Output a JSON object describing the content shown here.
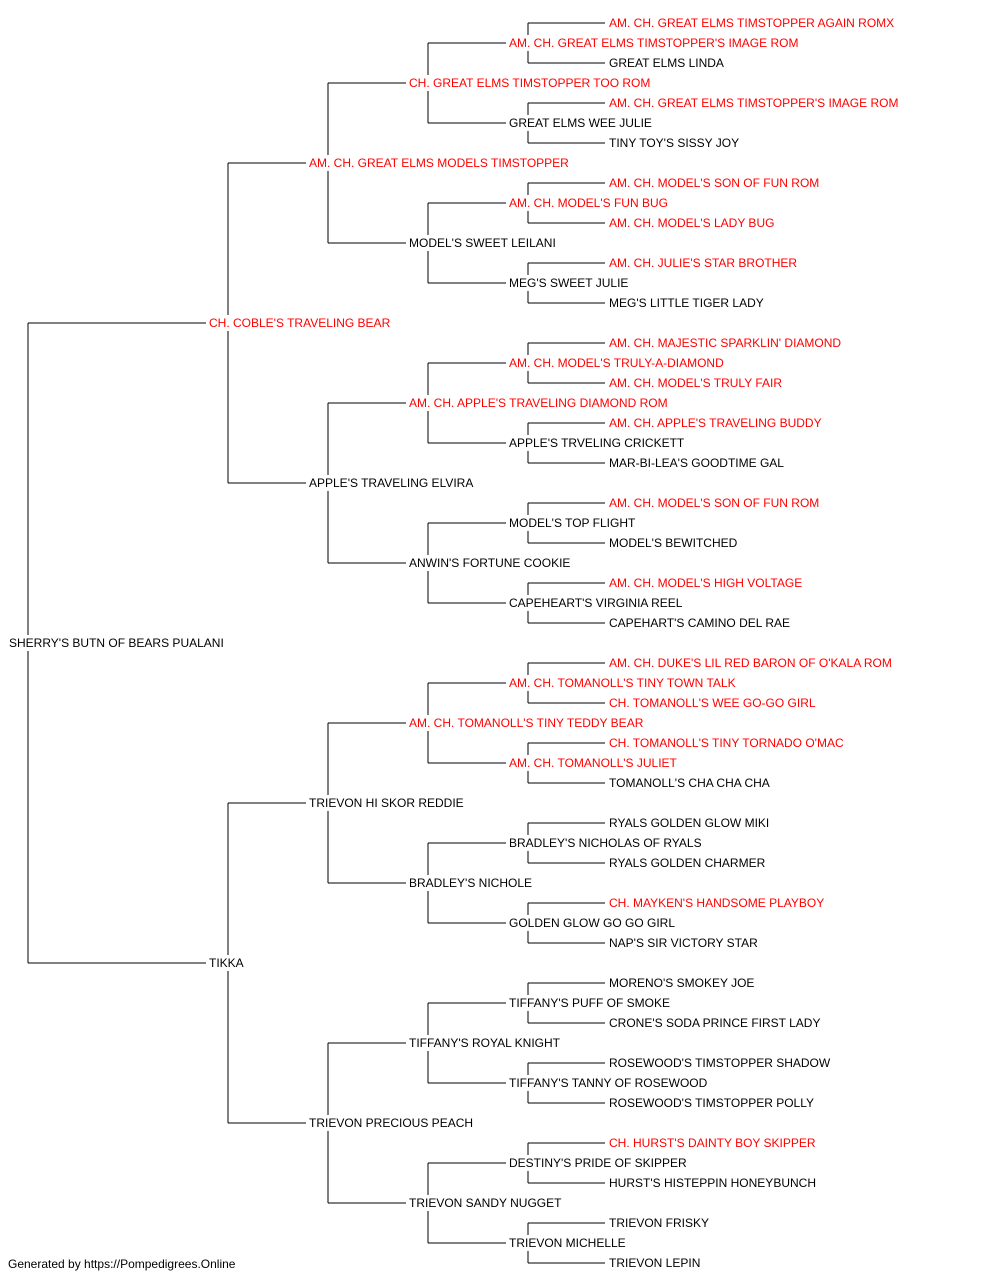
{
  "colors": {
    "champion": "#ff0000",
    "regular": "#000000",
    "connector": "#000000"
  },
  "subject": {
    "name": "SHERRY'S BUTN OF BEARS PUALANI",
    "champion": false
  },
  "footer": "Generated by https://Pompedigrees.Online",
  "pedigree": [
    {
      "name": "CH. COBLE'S TRAVELING BEAR",
      "champion": true,
      "parents": [
        {
          "name": "AM. CH. GREAT ELMS MODELS TIMSTOPPER",
          "champion": true,
          "parents": [
            {
              "name": "CH. GREAT ELMS TIMSTOPPER TOO ROM",
              "champion": true,
              "parents": [
                {
                  "name": "AM. CH. GREAT ELMS TIMSTOPPER'S IMAGE ROM",
                  "champion": true,
                  "parents": [
                    {
                      "name": "AM. CH. GREAT ELMS TIMSTOPPER AGAIN ROMX",
                      "champion": true
                    },
                    {
                      "name": "GREAT ELMS LINDA",
                      "champion": false
                    }
                  ]
                },
                {
                  "name": "GREAT ELMS WEE JULIE",
                  "champion": false,
                  "parents": [
                    {
                      "name": "AM. CH. GREAT ELMS TIMSTOPPER'S IMAGE ROM",
                      "champion": true
                    },
                    {
                      "name": "TINY TOY'S SISSY JOY",
                      "champion": false
                    }
                  ]
                }
              ]
            },
            {
              "name": "MODEL'S SWEET LEILANI",
              "champion": false,
              "parents": [
                {
                  "name": "AM. CH. MODEL'S FUN BUG",
                  "champion": true,
                  "parents": [
                    {
                      "name": "AM. CH. MODEL'S SON OF FUN ROM",
                      "champion": true
                    },
                    {
                      "name": "AM. CH. MODEL'S LADY BUG",
                      "champion": true
                    }
                  ]
                },
                {
                  "name": "MEG'S SWEET JULIE",
                  "champion": false,
                  "parents": [
                    {
                      "name": "AM. CH. JULIE'S STAR BROTHER",
                      "champion": true
                    },
                    {
                      "name": "MEG'S LITTLE TIGER LADY",
                      "champion": false
                    }
                  ]
                }
              ]
            }
          ]
        },
        {
          "name": "APPLE'S TRAVELING ELVIRA",
          "champion": false,
          "parents": [
            {
              "name": "AM. CH. APPLE'S TRAVELING DIAMOND ROM",
              "champion": true,
              "parents": [
                {
                  "name": "AM. CH. MODEL'S TRULY-A-DIAMOND",
                  "champion": true,
                  "parents": [
                    {
                      "name": "AM. CH. MAJESTIC SPARKLIN' DIAMOND",
                      "champion": true
                    },
                    {
                      "name": "AM. CH. MODEL'S TRULY FAIR",
                      "champion": true
                    }
                  ]
                },
                {
                  "name": "APPLE'S TRVELING CRICKETT",
                  "champion": false,
                  "parents": [
                    {
                      "name": "AM. CH. APPLE'S TRAVELING BUDDY",
                      "champion": true
                    },
                    {
                      "name": "MAR-BI-LEA'S GOODTIME GAL",
                      "champion": false
                    }
                  ]
                }
              ]
            },
            {
              "name": "ANWIN'S FORTUNE COOKIE",
              "champion": false,
              "parents": [
                {
                  "name": "MODEL'S TOP FLIGHT",
                  "champion": false,
                  "parents": [
                    {
                      "name": "AM. CH. MODEL'S SON OF FUN ROM",
                      "champion": true
                    },
                    {
                      "name": "MODEL'S BEWITCHED",
                      "champion": false
                    }
                  ]
                },
                {
                  "name": "CAPEHEART'S VIRGINIA REEL",
                  "champion": false,
                  "parents": [
                    {
                      "name": "AM. CH. MODEL'S HIGH VOLTAGE",
                      "champion": true
                    },
                    {
                      "name": "CAPEHART'S CAMINO DEL RAE",
                      "champion": false
                    }
                  ]
                }
              ]
            }
          ]
        }
      ]
    },
    {
      "name": "TIKKA",
      "champion": false,
      "parents": [
        {
          "name": "TRIEVON HI SKOR REDDIE",
          "champion": false,
          "parents": [
            {
              "name": "AM. CH. TOMANOLL'S TINY TEDDY BEAR",
              "champion": true,
              "parents": [
                {
                  "name": "AM. CH. TOMANOLL'S TINY TOWN TALK",
                  "champion": true,
                  "parents": [
                    {
                      "name": "AM. CH. DUKE'S LIL RED BARON OF O'KALA ROM",
                      "champion": true
                    },
                    {
                      "name": "CH. TOMANOLL'S WEE GO-GO GIRL",
                      "champion": true
                    }
                  ]
                },
                {
                  "name": "AM. CH. TOMANOLL'S JULIET",
                  "champion": true,
                  "parents": [
                    {
                      "name": "CH. TOMANOLL'S TINY TORNADO O'MAC",
                      "champion": true
                    },
                    {
                      "name": "TOMANOLL'S CHA CHA CHA",
                      "champion": false
                    }
                  ]
                }
              ]
            },
            {
              "name": "BRADLEY'S NICHOLE",
              "champion": false,
              "parents": [
                {
                  "name": "BRADLEY'S NICHOLAS OF RYALS",
                  "champion": false,
                  "parents": [
                    {
                      "name": "RYALS GOLDEN GLOW MIKI",
                      "champion": false
                    },
                    {
                      "name": "RYALS GOLDEN CHARMER",
                      "champion": false
                    }
                  ]
                },
                {
                  "name": "GOLDEN GLOW GO GO GIRL",
                  "champion": false,
                  "parents": [
                    {
                      "name": "CH. MAYKEN'S HANDSOME PLAYBOY",
                      "champion": true
                    },
                    {
                      "name": "NAP'S SIR VICTORY STAR",
                      "champion": false
                    }
                  ]
                }
              ]
            }
          ]
        },
        {
          "name": "TRIEVON PRECIOUS PEACH",
          "champion": false,
          "parents": [
            {
              "name": "TIFFANY'S ROYAL KNIGHT",
              "champion": false,
              "parents": [
                {
                  "name": "TIFFANY'S PUFF OF SMOKE",
                  "champion": false,
                  "parents": [
                    {
                      "name": "MORENO'S SMOKEY JOE",
                      "champion": false
                    },
                    {
                      "name": "CRONE'S SODA PRINCE FIRST LADY",
                      "champion": false
                    }
                  ]
                },
                {
                  "name": "TIFFANY'S TANNY OF ROSEWOOD",
                  "champion": false,
                  "parents": [
                    {
                      "name": "ROSEWOOD'S TIMSTOPPER SHADOW",
                      "champion": false
                    },
                    {
                      "name": "ROSEWOOD'S TIMSTOPPER POLLY",
                      "champion": false
                    }
                  ]
                }
              ]
            },
            {
              "name": "TRIEVON SANDY NUGGET",
              "champion": false,
              "parents": [
                {
                  "name": "DESTINY'S PRIDE OF SKIPPER",
                  "champion": false,
                  "parents": [
                    {
                      "name": "CH. HURST'S DAINTY BOY SKIPPER",
                      "champion": true
                    },
                    {
                      "name": "HURST'S HISTEPPIN HONEYBUNCH",
                      "champion": false
                    }
                  ]
                },
                {
                  "name": "TRIEVON MICHELLE",
                  "champion": false,
                  "parents": [
                    {
                      "name": "TRIEVON FRISKY",
                      "champion": false
                    },
                    {
                      "name": "TRIEVON LEPIN",
                      "champion": false
                    }
                  ]
                }
              ]
            }
          ]
        }
      ]
    }
  ]
}
